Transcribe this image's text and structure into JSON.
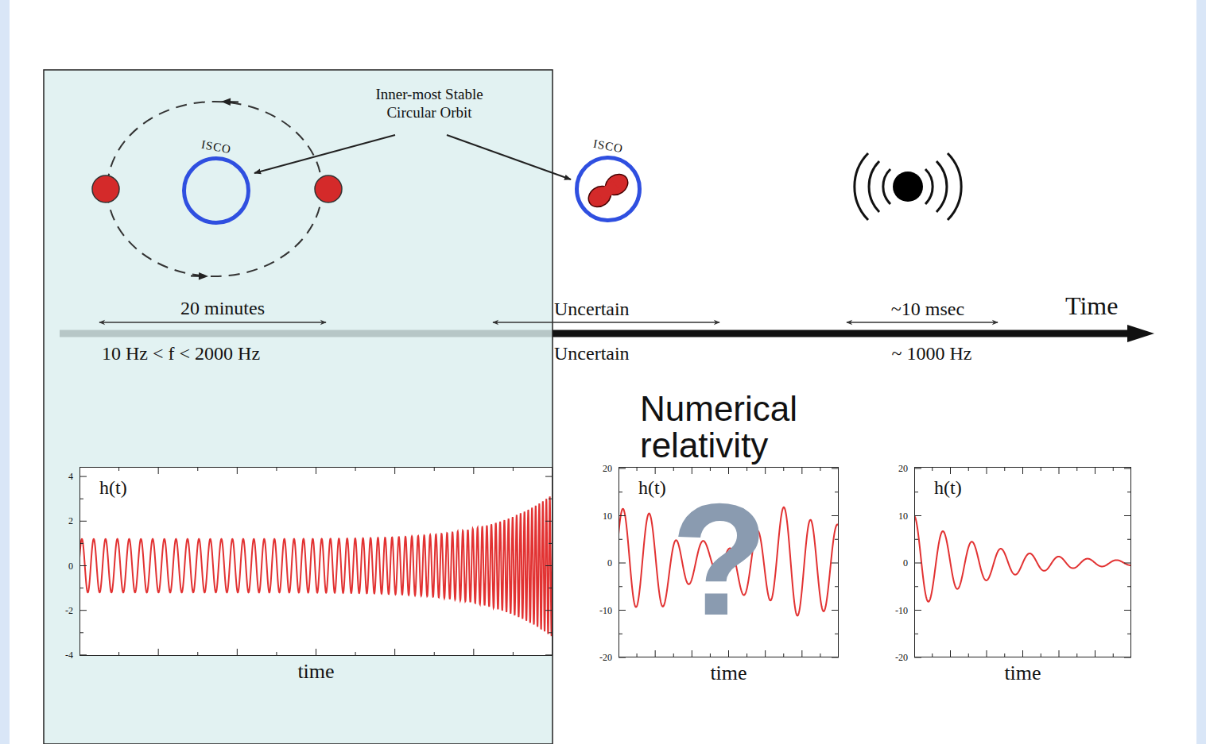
{
  "diagram": {
    "nodes": [
      {
        "text": [
          "ISCO"
        ]
      },
      {
        "text": [
          "ISCO"
        ]
      },
      {
        "text": [
          "h(t)",
          "time"
        ]
      },
      {
        "text": [
          "h(t)",
          "time"
        ]
      },
      {
        "text": [
          "h(t)",
          "time"
        ]
      }
    ],
    "labels": [
      "Inner-most Stable Circular Orbit",
      "20 minutes",
      "10 Hz < f < 2000 Hz",
      "Uncertain",
      "Uncertain",
      "~10 msec",
      "~ 1000 Hz",
      "Time",
      "Numerical relativity",
      "?",
      "4",
      "2",
      "0",
      "-2",
      "-4",
      "20",
      "10",
      "0",
      "-10",
      "-20",
      "20",
      "10",
      "0",
      "-10",
      "-20"
    ]
  }
}
